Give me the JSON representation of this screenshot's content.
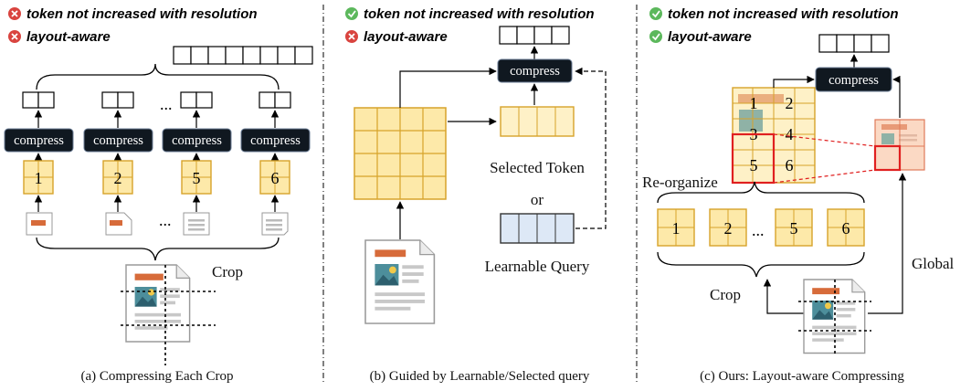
{
  "panels": [
    {
      "pros": [
        {
          "ok": false,
          "text": "token not increased with resolution"
        },
        {
          "ok": false,
          "text": "layout-aware"
        }
      ],
      "compress_label": "compress",
      "crop_numbers": [
        "1",
        "2",
        "5",
        "6"
      ],
      "ellipsis": "...",
      "crop_label": "Crop",
      "caption": "(a) Compressing Each Crop"
    },
    {
      "pros": [
        {
          "ok": true,
          "text": "token not increased with resolution"
        },
        {
          "ok": false,
          "text": "layout-aware"
        }
      ],
      "compress_label": "compress",
      "selected_token_label": "Selected Token",
      "or_label": "or",
      "learnable_query_label": "Learnable Query",
      "caption": "(b) Guided by Learnable/Selected query"
    },
    {
      "pros": [
        {
          "ok": true,
          "text": "token not increased with resolution"
        },
        {
          "ok": true,
          "text": "layout-aware"
        }
      ],
      "compress_label": "compress",
      "grid_numbers": [
        "1",
        "2",
        "3",
        "4",
        "5",
        "6"
      ],
      "reorganize_label": "Re-organize",
      "crop_numbers": [
        "1",
        "2",
        "5",
        "6"
      ],
      "ellipsis": "...",
      "crop_label": "Crop",
      "global_label": "Global",
      "caption": "(c) Ours: Layout-aware Compressing"
    }
  ],
  "colors": {
    "ok": "#5cb85c",
    "bad": "#d9443f",
    "token_fill": "#fde9a9",
    "token_stroke": "#d7a32a",
    "query_fill": "#dde8f6",
    "compress_fill": "#101820",
    "doc_orange": "#d76b3a",
    "doc_teal": "#4d8e9b",
    "highlight_red": "#e02020"
  }
}
